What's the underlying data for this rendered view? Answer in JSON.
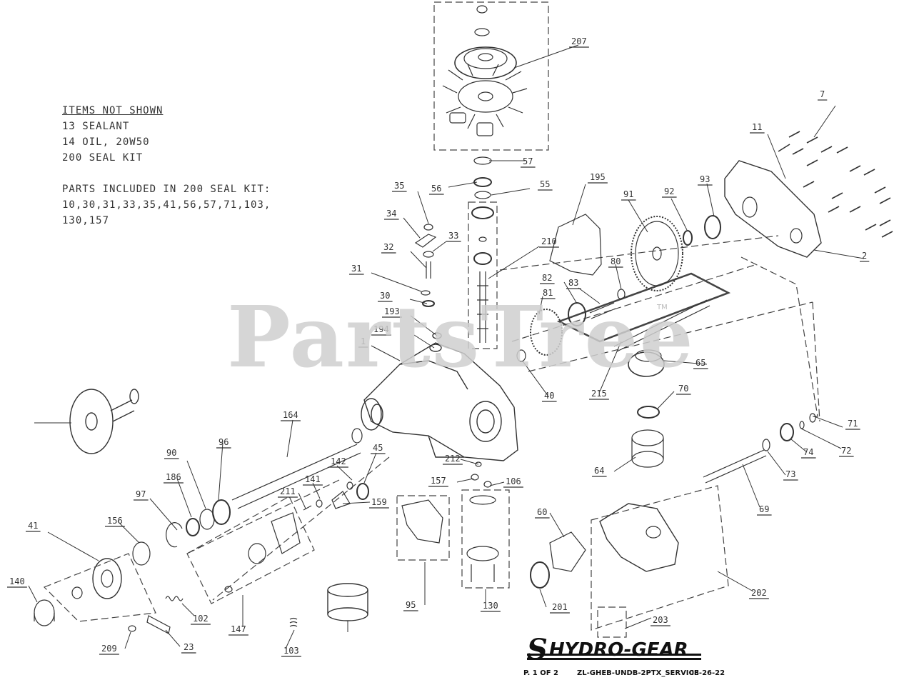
{
  "notes": {
    "header": "ITEMS NOT SHOWN",
    "items": [
      "13 SEALANT",
      "14 OIL, 20W50",
      "200 SEAL KIT"
    ],
    "kit_title": "PARTS INCLUDED IN 200 SEAL KIT:",
    "kit_lines": [
      "10,30,31,33,35,41,56,57,71,103,",
      "130,157"
    ]
  },
  "watermark": "PartsTree",
  "watermark_tm": "TM",
  "brand": {
    "symbol": "S",
    "name": "HYDRO-GEAR"
  },
  "footer": {
    "page": "P. 1 OF 2",
    "code": "ZL-GHEB-UNDB-2PTX_SERVICE",
    "date": "08-26-22"
  },
  "callouts": [
    "207",
    "57",
    "56",
    "55",
    "35",
    "34",
    "33",
    "32",
    "31",
    "30",
    "193",
    "194",
    "1",
    "210",
    "195",
    "91",
    "92",
    "93",
    "11",
    "7",
    "2",
    "80",
    "83",
    "82",
    "81",
    "40",
    "215",
    "65",
    "70",
    "71",
    "72",
    "74",
    "73",
    "69",
    "64",
    "60",
    "201",
    "202",
    "203",
    "130",
    "157",
    "106",
    "212",
    "95",
    "164",
    "96",
    "90",
    "186",
    "97",
    "156",
    "41",
    "140",
    "45",
    "142",
    "141",
    "211",
    "159",
    "147",
    "102",
    "103",
    "23",
    "209"
  ]
}
